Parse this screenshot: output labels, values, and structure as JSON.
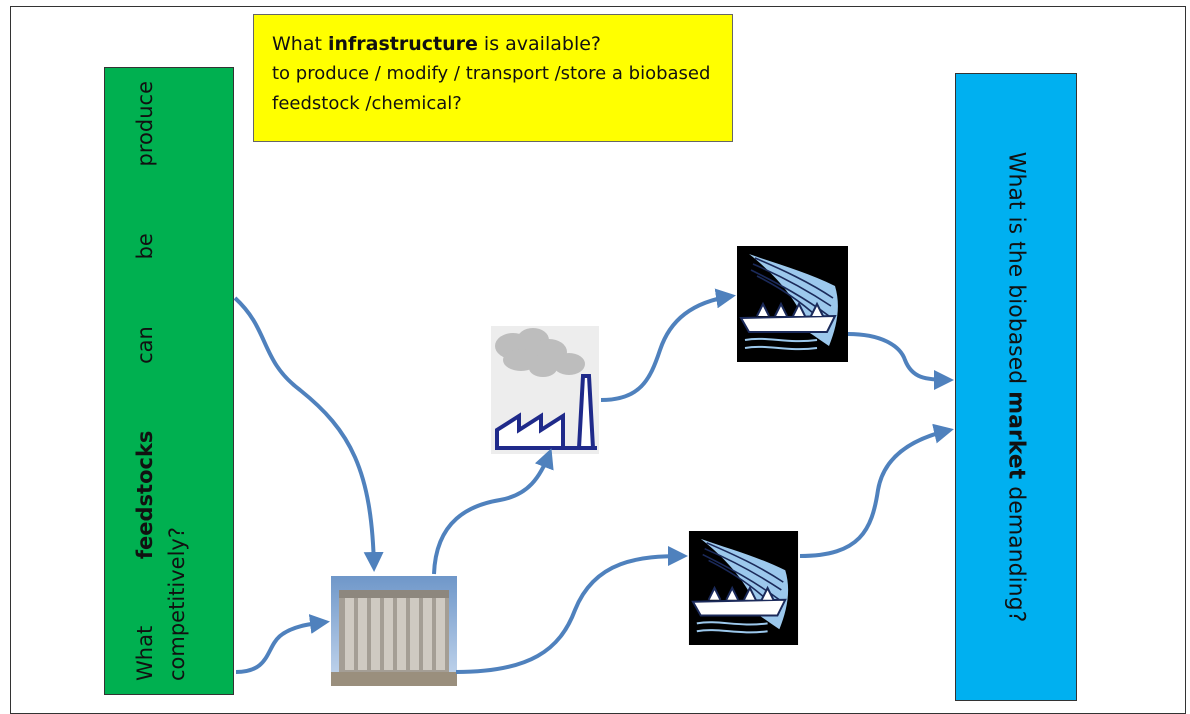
{
  "infrastructure_box": {
    "line1_prefix": "What ",
    "line1_bold": "infrastructure",
    "line1_suffix": " is available?",
    "line2": "to produce / modify / transport /store a biobased",
    "line3": "feedstock /chemical?"
  },
  "feedstock_box": {
    "word1": "What",
    "word2_bold": "feedstocks",
    "word3": "can",
    "word4": "be",
    "word5": "produce",
    "line2": "competitively?"
  },
  "market_box": {
    "prefix": "What is the biobased ",
    "bold": "market",
    "suffix": " demanding?"
  },
  "icons": {
    "silo": "silo-icon",
    "factory": "factory-icon",
    "ship_top": "ship-icon",
    "ship_bottom": "ship-icon"
  },
  "colors": {
    "yellow": "#ffff00",
    "green": "#00b050",
    "blue": "#00b0f0",
    "arrow": "#4f81bd"
  }
}
